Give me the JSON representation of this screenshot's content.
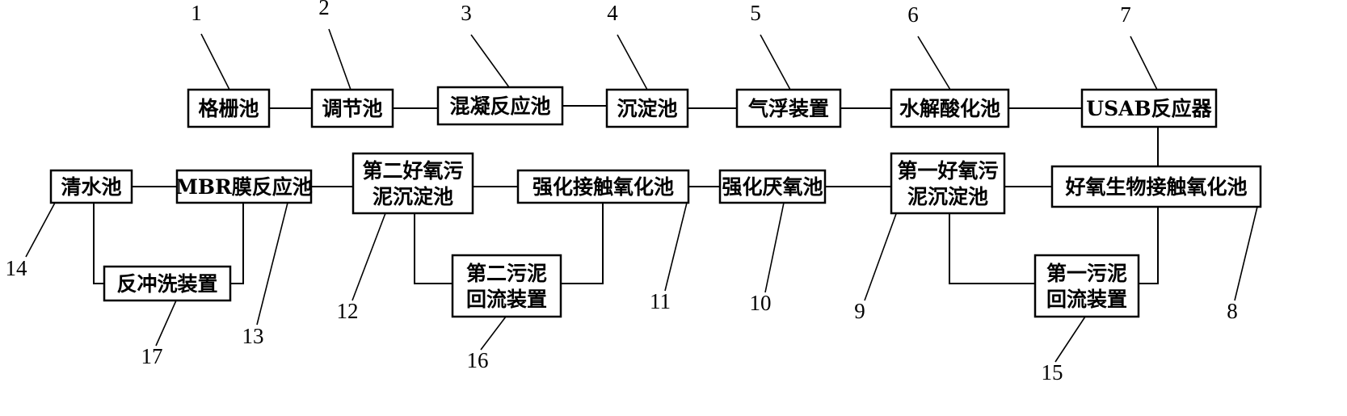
{
  "nodes": {
    "n1": {
      "label": [
        "格栅池"
      ],
      "number": "1"
    },
    "n2": {
      "label": [
        "调节池"
      ],
      "number": "2"
    },
    "n3": {
      "label": [
        "混凝反应池"
      ],
      "number": "3"
    },
    "n4": {
      "label": [
        "沉淀池"
      ],
      "number": "4"
    },
    "n5": {
      "label": [
        "气浮装置"
      ],
      "number": "5"
    },
    "n6": {
      "label": [
        "水解酸化池"
      ],
      "number": "6"
    },
    "n7": {
      "label": [
        "USAB反应器"
      ],
      "number": "7"
    },
    "n8": {
      "label": [
        "好氧生物接触氧化池"
      ],
      "number": "8"
    },
    "n9": {
      "label": [
        "第一好氧污",
        "泥沉淀池"
      ],
      "number": "9"
    },
    "n10": {
      "label": [
        "强化厌氧池"
      ],
      "number": "10"
    },
    "n11": {
      "label": [
        "强化接触氧化池"
      ],
      "number": "11"
    },
    "n12": {
      "label": [
        "第二好氧污",
        "泥沉淀池"
      ],
      "number": "12"
    },
    "n13": {
      "label": [
        "MBR膜反应池"
      ],
      "number": "13"
    },
    "n14": {
      "label": [
        "清水池"
      ],
      "number": "14"
    },
    "n15": {
      "label": [
        "第一污泥",
        "回流装置"
      ],
      "number": "15"
    },
    "n16": {
      "label": [
        "第二污泥",
        "回流装置"
      ],
      "number": "16"
    },
    "n17": {
      "label": [
        "反冲洗装置"
      ],
      "number": "17"
    }
  }
}
